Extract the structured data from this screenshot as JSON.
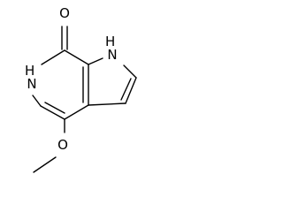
{
  "molecule": {
    "atoms": {
      "carbonyl_oxygen": "O",
      "pyrrole_nh": "H\nN",
      "ring_nh": "H\nN",
      "methoxy_oxygen": "O"
    }
  },
  "colors": {
    "bond": "#000000",
    "label": "#000000",
    "background": "#ffffff"
  }
}
